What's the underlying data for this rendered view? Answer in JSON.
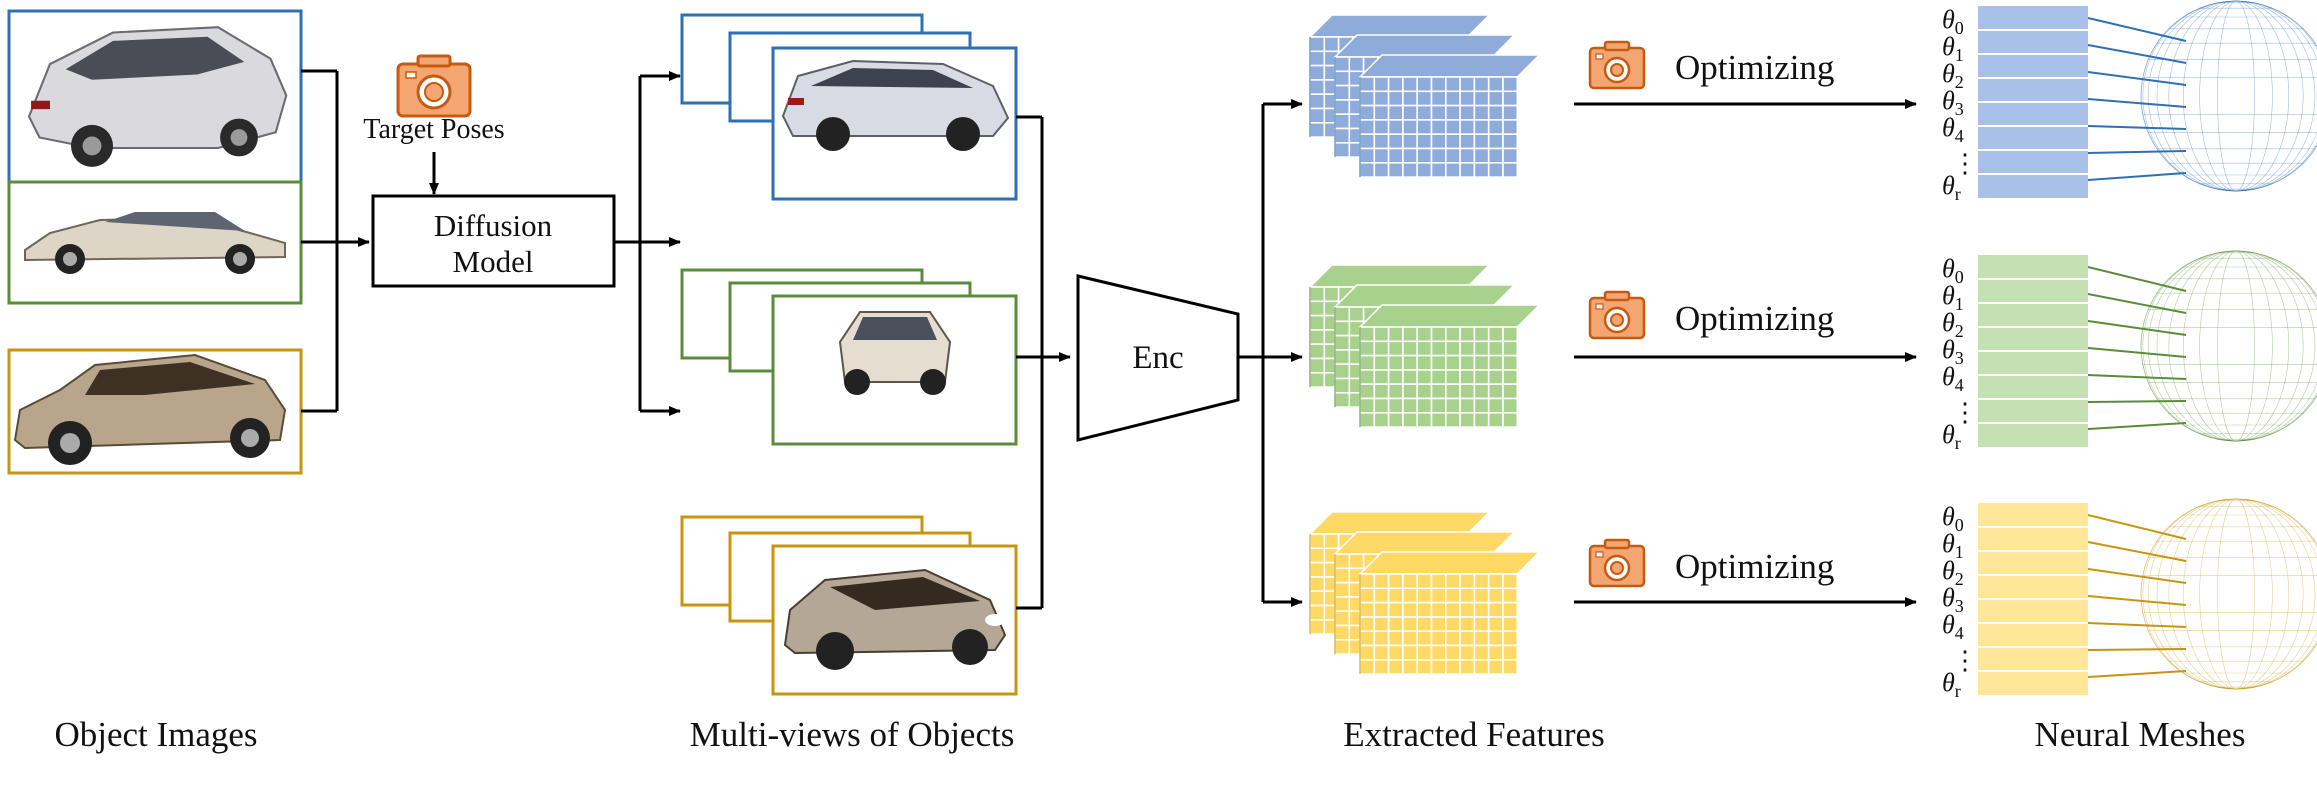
{
  "labels": {
    "object_images": "Object Images",
    "multi_views": "Multi-views of Objects",
    "extracted_features": "Extracted Features",
    "neural_meshes": "Neural Meshes",
    "target_poses": "Target Poses",
    "diffusion_line1": "Diffusion",
    "diffusion_line2": "Model",
    "encoder": "Enc",
    "optimizing": "Optimizing"
  },
  "theta": {
    "symbol": "θ",
    "subscripts": [
      "0",
      "1",
      "2",
      "3",
      "4",
      "r"
    ],
    "ellipsis": "⋮"
  },
  "rows": [
    {
      "id": "blue",
      "color": "#2f6fb3",
      "fill": "#a9c1e8",
      "grid_fill": "#8eabd9",
      "cam_icon": "camera-icon"
    },
    {
      "id": "green",
      "color": "#5b8c3a",
      "fill": "#c5e1b3",
      "grid_fill": "#a9d18e",
      "cam_icon": "camera-icon"
    },
    {
      "id": "yellow",
      "color": "#c6960f",
      "fill": "#ffe699",
      "grid_fill": "#ffd966",
      "cam_icon": "camera-icon"
    }
  ],
  "icons": {
    "target_camera": "camera-icon",
    "car": "car-icon",
    "sphere_mesh": "mesh-sphere-icon"
  },
  "colors": {
    "camera_fill": "#f4a672",
    "camera_stroke": "#c55a11",
    "arrow": "#000000"
  }
}
